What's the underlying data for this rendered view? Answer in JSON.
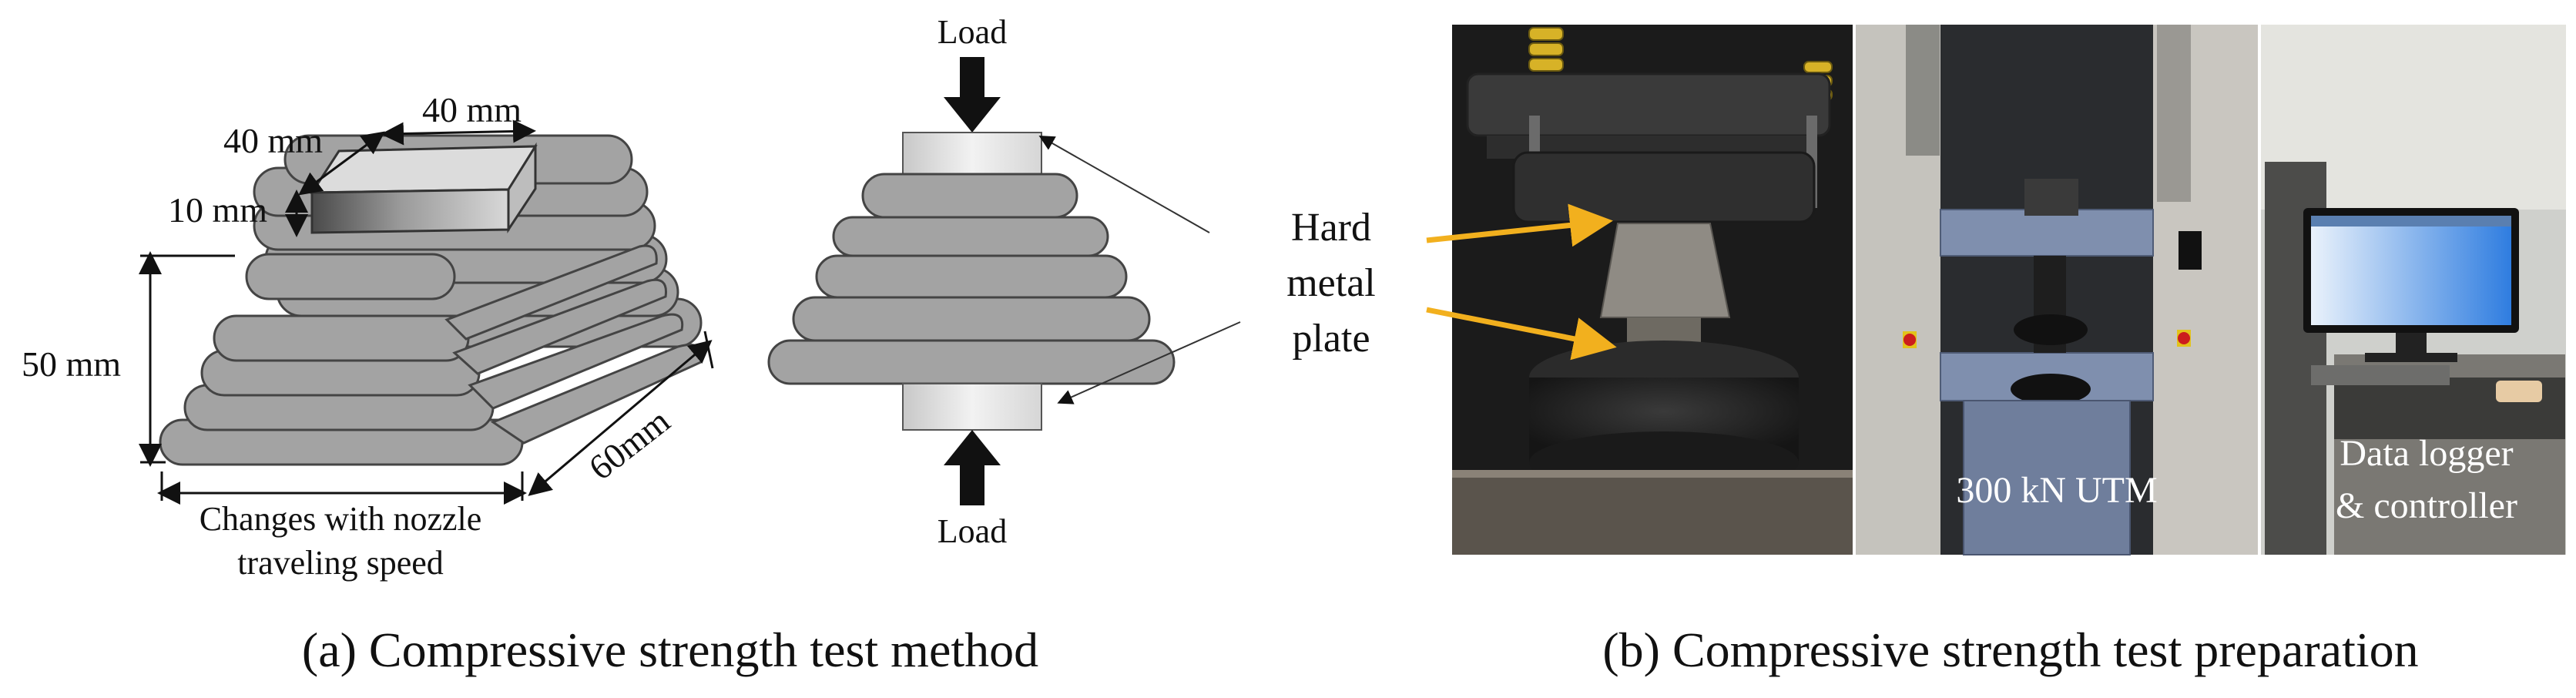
{
  "panel_a": {
    "labels": {
      "dim_40a": "40 mm",
      "dim_40b": "40 mm",
      "dim_10": "10 mm",
      "dim_50": "50 mm",
      "dim_60": "60mm",
      "nozzle_line1": "Changes with nozzle",
      "nozzle_line2": "traveling speed",
      "load_top": "Load",
      "load_bottom": "Load"
    },
    "caption": "(a) Compressive strength test method"
  },
  "panel_b": {
    "plate_label": [
      "Hard",
      "metal",
      "plate"
    ],
    "utm_label": "300 kN UTM",
    "logger_label": [
      "Data logger",
      "& controller"
    ],
    "caption": "(b) Compressive strength test preparation"
  },
  "colors": {
    "layer_fill": "#a3a3a3",
    "layer_stroke": "#444444",
    "arrow": "#111111",
    "plate_grad": "#cfcfcf",
    "callout_arrow": "#f2b01e"
  }
}
